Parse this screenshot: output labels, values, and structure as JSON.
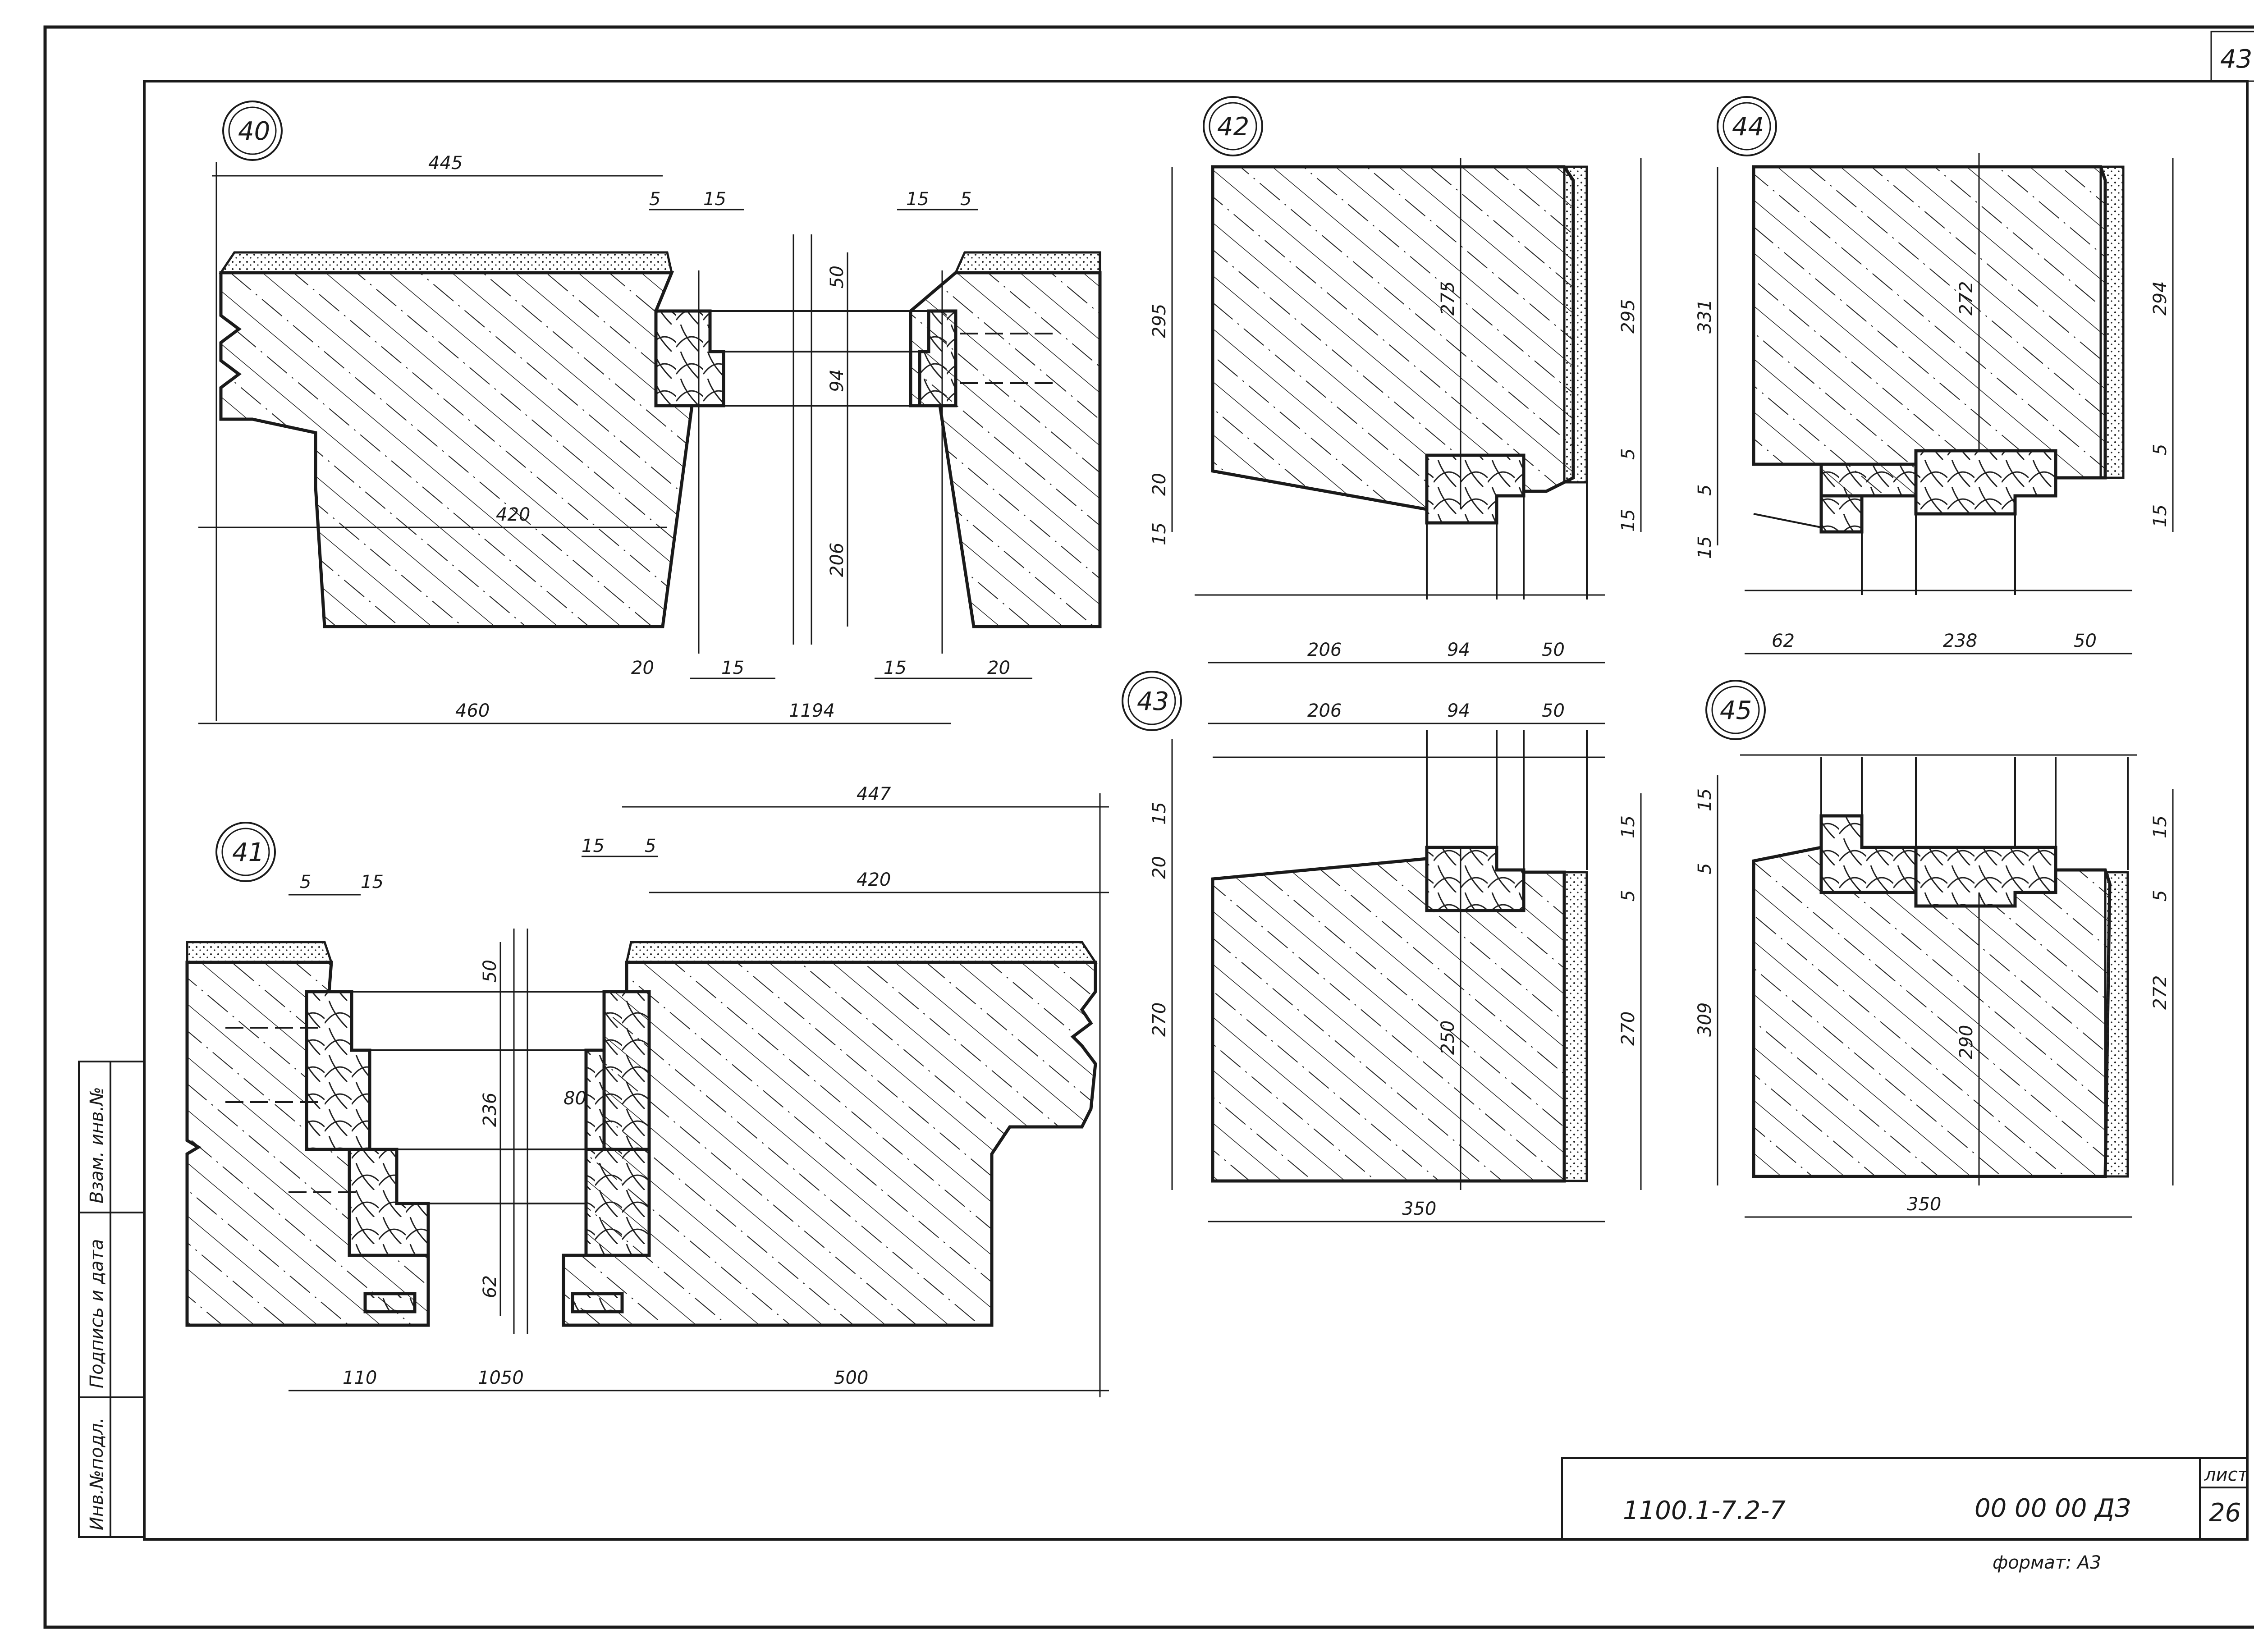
{
  "sheet": {
    "sheet_number_top": "43",
    "doc_code": "1100.1-7.2-7",
    "doc_id": "00 00 00 ДЗ",
    "sheet_label": "лист",
    "sheet_value": "26",
    "format": "формат: А3",
    "side_stamp": {
      "inv_original": "Инв.№подл.",
      "signature_date": "Подпись и дата",
      "replaces_inv": "Взам. инв.№"
    }
  },
  "details": {
    "d40": {
      "number": "40",
      "dims": {
        "top_width": "445",
        "left_gap_a": "5",
        "left_gap_b": "15",
        "right_gap_a": "15",
        "right_gap_b": "5",
        "v1": "50",
        "v2": "94",
        "v3": "206",
        "inner": "420",
        "bot_a": "20",
        "bot_b": "15",
        "bot_c": "15",
        "bot_d": "20",
        "total_left": "460",
        "total_right": "1194"
      }
    },
    "d41": {
      "number": "41",
      "dims": {
        "top_right": "447",
        "inner_right": "420",
        "left_a": "5",
        "left_b": "15",
        "right_a": "15",
        "right_b": "5",
        "v1": "50",
        "v2": "236",
        "v3": "62",
        "small": "80",
        "bot_a": "110",
        "bot_b": "1050",
        "bot_c": "500"
      }
    },
    "d42": {
      "number": "42",
      "dims": {
        "left_h": "295",
        "mid_h": "275",
        "right_h": "295",
        "s20": "20",
        "s15": "15",
        "r5": "5",
        "r15": "15",
        "b1": "206",
        "b2": "94",
        "b3": "50"
      }
    },
    "d43": {
      "number": "43",
      "dims": {
        "t1": "206",
        "t2": "94",
        "t3": "50",
        "s15": "15",
        "s20": "20",
        "left_h": "270",
        "mid_h": "250",
        "right_h": "270",
        "r15": "15",
        "r5": "5",
        "bottom": "350"
      }
    },
    "d44": {
      "number": "44",
      "dims": {
        "left_h": "331",
        "mid_h": "272",
        "right_h": "294",
        "s5": "5",
        "s15": "15",
        "r5": "5",
        "r15": "15",
        "b1": "62",
        "b2": "238",
        "b3": "50"
      }
    },
    "d45": {
      "number": "45",
      "dims": {
        "s15": "15",
        "s5": "5",
        "left_h": "309",
        "mid_h": "290",
        "right_h": "272",
        "r15": "15",
        "r5": "5",
        "bottom": "350"
      }
    }
  }
}
